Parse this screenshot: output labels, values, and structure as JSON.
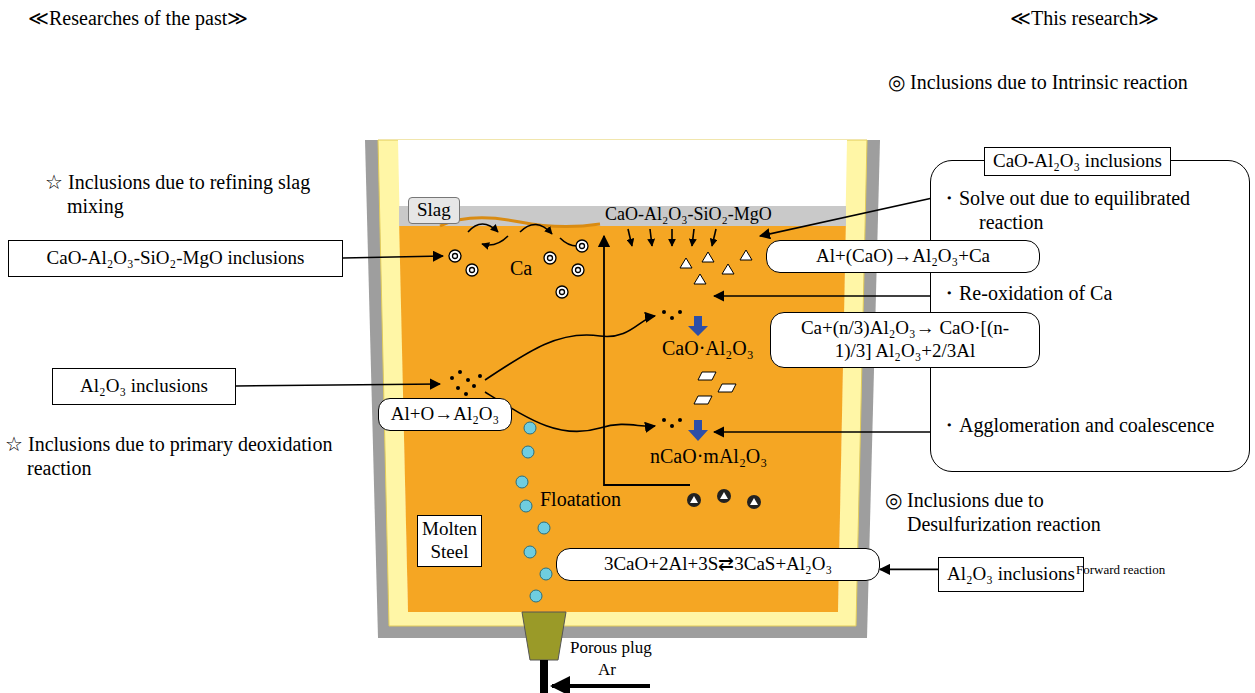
{
  "diagram": {
    "nodes": [
      {
        "text": [
          "CaO-Al₂O₃-SiO₂-MgO inclusions"
        ]
      },
      {
        "text": [
          "Slag"
        ]
      },
      {
        "text": [
          "Al₂O₃ inclusions"
        ]
      },
      {
        "text": [
          "Al+O→Al₂O₃"
        ]
      },
      {
        "text": [
          "Molten Steel"
        ]
      },
      {
        "text": [
          "3CaO+2Al+3S⇄3CaS+Al₂O₃"
        ]
      },
      {
        "text": [
          "・Solve out due to equilibrated reaction",
          "・Re-oxidation of Ca",
          "・Agglomeration and coalescence"
        ]
      },
      {
        "text": [
          "CaO-Al₂O₃ inclusions"
        ],
        "in": 6
      },
      {
        "text": [
          "Al+(CaO)→Al₂O₃+Ca"
        ]
      },
      {
        "text": [
          "Ca+(n/3)Al₂O₃→ CaO·[(n-1)/3] Al₂O₃+2/3Al"
        ]
      },
      {
        "text": [
          "Al₂O₃ inclusions"
        ]
      }
    ],
    "edges": [
      {
        "from": 10,
        "to": 5,
        "arrow": "to"
      }
    ],
    "labels": [
      "≪Researches of the past≫",
      "≪This research≫",
      "☆ Inclusions due to refining slag mixing",
      "☆ Inclusions due to primary deoxidation reaction",
      "CaO-Al₂O₃-SiO₂-MgO",
      "Ca",
      "CaO·Al₂O₃",
      "nCaO·mAl₂O₃",
      "Floatation",
      "Porous plug",
      "Ar",
      "◎ Inclusions due to Intrinsic reaction",
      "◎ Inclusions due to Desulfurization reaction",
      "Forward reaction"
    ]
  }
}
